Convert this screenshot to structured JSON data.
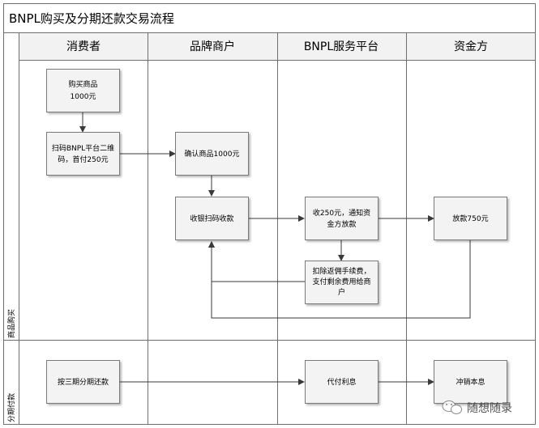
{
  "title": "BNPL购买及分期还款交易流程",
  "lanes": [
    "消费者",
    "品牌商户",
    "BNPL服务平台",
    "资金方"
  ],
  "rows": [
    "商品购买",
    "分期付款"
  ],
  "nodes": {
    "buy_goods": [
      "购买商品",
      "1000元"
    ],
    "scan_pay": [
      "扫码BNPL平台二维",
      "码，首付250元"
    ],
    "confirm_goods": [
      "确认商品1000元"
    ],
    "cashier_collect": [
      "收银扫码收款"
    ],
    "collect_notify": [
      "收250元，通知资",
      "金方放款"
    ],
    "deduct_fee": [
      "扣除返佣手续费，",
      "支付剩余费用给商",
      "户"
    ],
    "disburse": [
      "放款750元"
    ],
    "repay_installments": [
      "按三期分期还款"
    ],
    "pay_interest": [
      "代付利息"
    ],
    "offset_principal": [
      "冲销本息"
    ]
  },
  "watermark": "随想随录"
}
